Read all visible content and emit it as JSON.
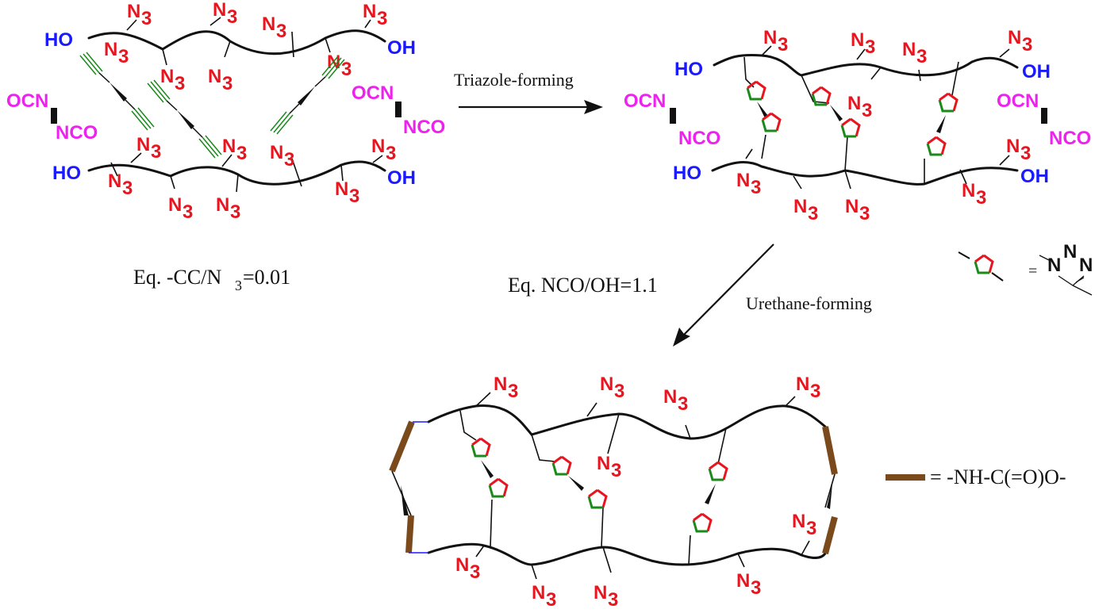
{
  "labels": {
    "azide": "N",
    "azide_sub": "3",
    "hydroxyl_left": "HO",
    "hydroxyl_right": "OH",
    "isocyanate_a": "OCN",
    "isocyanate_b": "NCO",
    "step1": "Triazole-forming",
    "step2": "Urethane-forming",
    "eq1_prefix": "Eq. -CC/N",
    "eq1_sub": "3",
    "eq1_suffix": "=0.01",
    "eq2": "Eq. NCO/OH=1.1",
    "triazole_equals": "=",
    "triazole_n": "N",
    "urethane_def": "= -NH-C(=O)O-"
  },
  "colors": {
    "azide": "#e8141e",
    "hydroxyl": "#1a1aff",
    "isocyanate": "#ee22ee",
    "alkyne": "#1a8a1a",
    "urethane": "#7a4a1c"
  }
}
